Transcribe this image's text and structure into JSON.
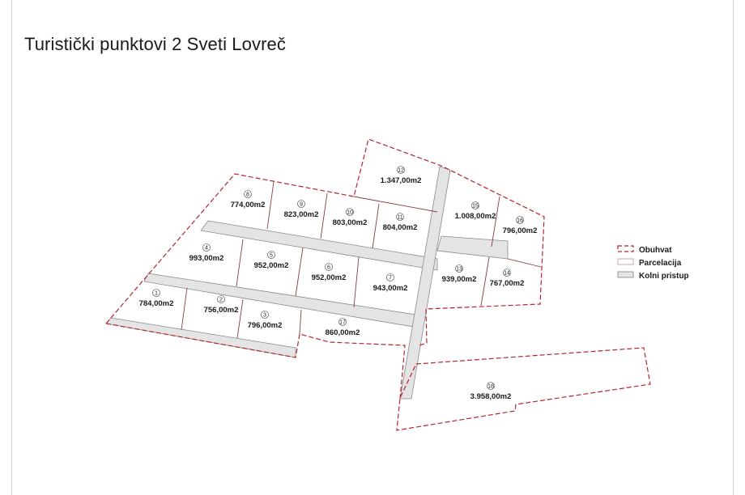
{
  "title": "Turistički punktovi  2 Sveti Lovreč",
  "parcels": [
    {
      "number": "1",
      "area": "784,00m2"
    },
    {
      "number": "2",
      "area": "756,00m2"
    },
    {
      "number": "3",
      "area": "796,00m2"
    },
    {
      "number": "4",
      "area": "993,00m2"
    },
    {
      "number": "5",
      "area": "952,00m2"
    },
    {
      "number": "6",
      "area": "952,00m2"
    },
    {
      "number": "7",
      "area": "943,00m2"
    },
    {
      "number": "8",
      "area": "774,00m2"
    },
    {
      "number": "9",
      "area": "823,00m2"
    },
    {
      "number": "10",
      "area": "803,00m2"
    },
    {
      "number": "11",
      "area": "804,00m2"
    },
    {
      "number": "12",
      "area": "1.347,00m2"
    },
    {
      "number": "13",
      "area": "939,00m2"
    },
    {
      "number": "14",
      "area": "767,00m2"
    },
    {
      "number": "15",
      "area": "1.008,00m2"
    },
    {
      "number": "16",
      "area": "796,00m2"
    },
    {
      "number": "17",
      "area": "860,00m2"
    },
    {
      "number": "18",
      "area": "3.958,00m2"
    }
  ],
  "legend": [
    {
      "label": "Obuhvat",
      "color": "#b3262b"
    },
    {
      "label": "Parcelacija",
      "color": "#c9a0a0"
    },
    {
      "label": "Kolni pristup",
      "color": "#e4e4e4"
    }
  ]
}
